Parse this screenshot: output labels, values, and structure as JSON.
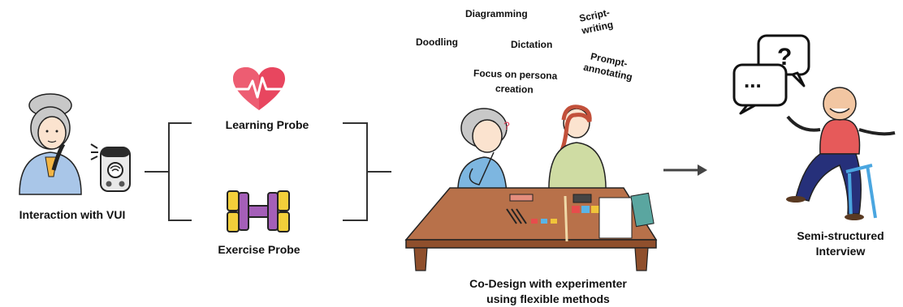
{
  "stages": {
    "vui": {
      "label": "Interaction with VUI"
    },
    "learning": {
      "label": "Learning Probe"
    },
    "exercise": {
      "label": "Exercise Probe"
    },
    "codesign": {
      "line1": "Co-Design with experimenter",
      "line2": "using flexible methods"
    },
    "interview": {
      "line1": "Semi-structured",
      "line2": "Interview"
    }
  },
  "methods": {
    "diagramming": "Diagramming",
    "scriptwriting_1": "Script-",
    "scriptwriting_2": "writing",
    "doodling": "Doodling",
    "dictation": "Dictation",
    "prompt_1": "Prompt-",
    "prompt_2": "annotating",
    "persona_1": "Focus on persona",
    "persona_2": "creation"
  },
  "speech_bubbles": {
    "question": "?",
    "ellipsis": "..."
  },
  "colors": {
    "heart": "#e8465f",
    "dumbbell": "#a45fb8",
    "dumbbell_weight": "#f2cf3a",
    "table_wood": "#a8623a",
    "bracket": "#333333"
  }
}
